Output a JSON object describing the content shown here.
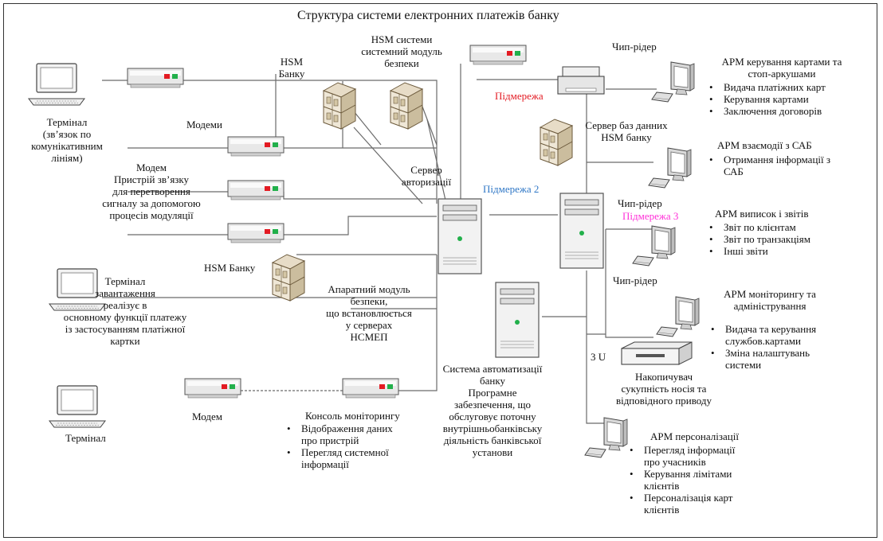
{
  "title": "Структура системи електронних платежів банку",
  "labels": {
    "hsm_bank_top": [
      "HSM",
      "Банку"
    ],
    "hsm_system": [
      "HSM системи",
      "системний модуль",
      "безпеки"
    ],
    "terminal_top": [
      "Термінал",
      "(зв’язок по",
      "комунікативним",
      "лініям)"
    ],
    "modems": "Модеми",
    "modem_device": [
      "Модем",
      "Пристрій зв’язку",
      "для перетворення",
      "сигналу за допомогою",
      "процесів модуляції"
    ],
    "auth_server": [
      "Сервер",
      "авторизації"
    ],
    "subnet": "Підмережа",
    "subnet2": "Підмережа 2",
    "subnet3": "Підмережа 3",
    "db_server": [
      "Сервер баз данних",
      "HSM банку"
    ],
    "chip_reader_1": "Чип-рідер",
    "chip_reader_2": "Чип-рідер",
    "chip_reader_3": "Чип-рідер",
    "hsm_bank_mid": "HSM Банку",
    "terminal_load": [
      "Термінал",
      "завантаження",
      "реалізує в",
      "основному функції платежу",
      "із застосуванням платіжної",
      "картки"
    ],
    "hw_module": [
      "Апаратний  модуль",
      "безпеки,",
      "що  встановлюється",
      "у  серверах",
      "НСМЕП"
    ],
    "terminal_bottom": "Термінал",
    "modem_bottom": "Модем",
    "automation": [
      "Система автоматизації",
      "банку",
      "Програмне",
      "забезпечення, що",
      "обслуговує поточну",
      "внутрішньобанківську",
      "діяльність банківської",
      "установи"
    ],
    "storage": [
      "Накопичувач",
      "сукупність носія та",
      "відповідного приводу"
    ],
    "three_u": "3 U"
  },
  "workstations": {
    "cards": {
      "title": [
        "АРМ керування картами та",
        "стоп-аркушами"
      ],
      "items": [
        "Видача платіжних карт",
        "Керування картами",
        "Заключення договорів"
      ]
    },
    "sab": {
      "title": "АРМ взаємодії з САБ",
      "items": [
        "Отримання інформації з",
        "САБ"
      ]
    },
    "reports": {
      "title": "АРМ виписок і звітів",
      "items": [
        "Звіт по клієнтам",
        "Звіт по транзакціям",
        "Інші звіти"
      ]
    },
    "monitoring": {
      "title": [
        "АРМ моніторингу та",
        "адміністрування"
      ],
      "items": [
        [
          "Видача та керування",
          "службов.картами"
        ],
        [
          "Зміна налаштувань",
          "системи"
        ]
      ]
    },
    "personalization": {
      "title": "АРМ персоналізації",
      "items": [
        [
          "Перегляд інформації",
          "про учасників"
        ],
        [
          "Керування лімітами",
          "клієнтів"
        ],
        [
          "Персоналізація карт",
          "клієнтів"
        ]
      ]
    },
    "console": {
      "title": "Консоль моніторингу",
      "items": [
        [
          "Відображення даних",
          "про пристрій"
        ],
        [
          "Перегляд системної",
          "інформації"
        ]
      ]
    }
  },
  "colors": {
    "line": "#6b6b6b",
    "led_red": "#e31b23",
    "led_green": "#22b04b",
    "device_fill": "#ececec"
  },
  "icons": [
    "modem-icon",
    "terminal-icon",
    "monitor-icon",
    "hsm-server-icon",
    "tower-server-icon",
    "printer-icon",
    "storage-icon"
  ]
}
